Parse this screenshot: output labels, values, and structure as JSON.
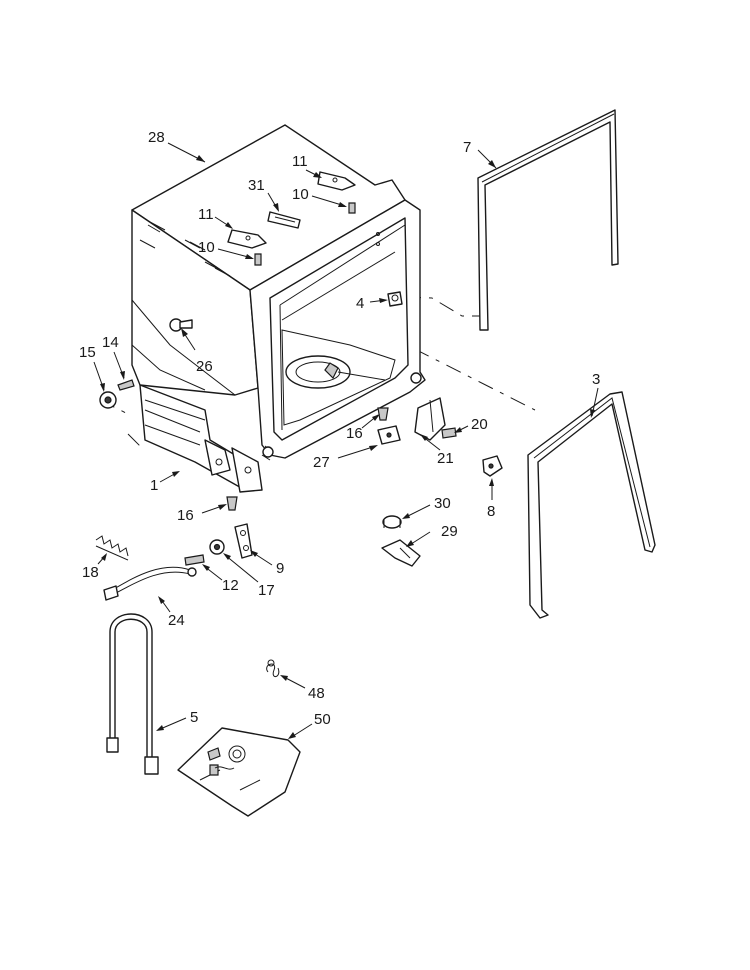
{
  "diagram": {
    "callouts": [
      {
        "id": "c28",
        "text": "28"
      },
      {
        "id": "c7",
        "text": "7"
      },
      {
        "id": "c11a",
        "text": "11"
      },
      {
        "id": "c31",
        "text": "31"
      },
      {
        "id": "c10a",
        "text": "10"
      },
      {
        "id": "c11b",
        "text": "11"
      },
      {
        "id": "c10b",
        "text": "10"
      },
      {
        "id": "c4",
        "text": "4"
      },
      {
        "id": "c26",
        "text": "26"
      },
      {
        "id": "c15",
        "text": "15"
      },
      {
        "id": "c14",
        "text": "14"
      },
      {
        "id": "c3",
        "text": "3"
      },
      {
        "id": "c16a",
        "text": "16"
      },
      {
        "id": "c20",
        "text": "20"
      },
      {
        "id": "c27",
        "text": "27"
      },
      {
        "id": "c21",
        "text": "21"
      },
      {
        "id": "c1",
        "text": "1"
      },
      {
        "id": "c8",
        "text": "8"
      },
      {
        "id": "c30",
        "text": "30"
      },
      {
        "id": "c16b",
        "text": "16"
      },
      {
        "id": "c29",
        "text": "29"
      },
      {
        "id": "c9",
        "text": "9"
      },
      {
        "id": "c18",
        "text": "18"
      },
      {
        "id": "c12",
        "text": "12"
      },
      {
        "id": "c17",
        "text": "17"
      },
      {
        "id": "c24",
        "text": "24"
      },
      {
        "id": "c48",
        "text": "48"
      },
      {
        "id": "c5",
        "text": "5"
      },
      {
        "id": "c50",
        "text": "50"
      }
    ]
  }
}
